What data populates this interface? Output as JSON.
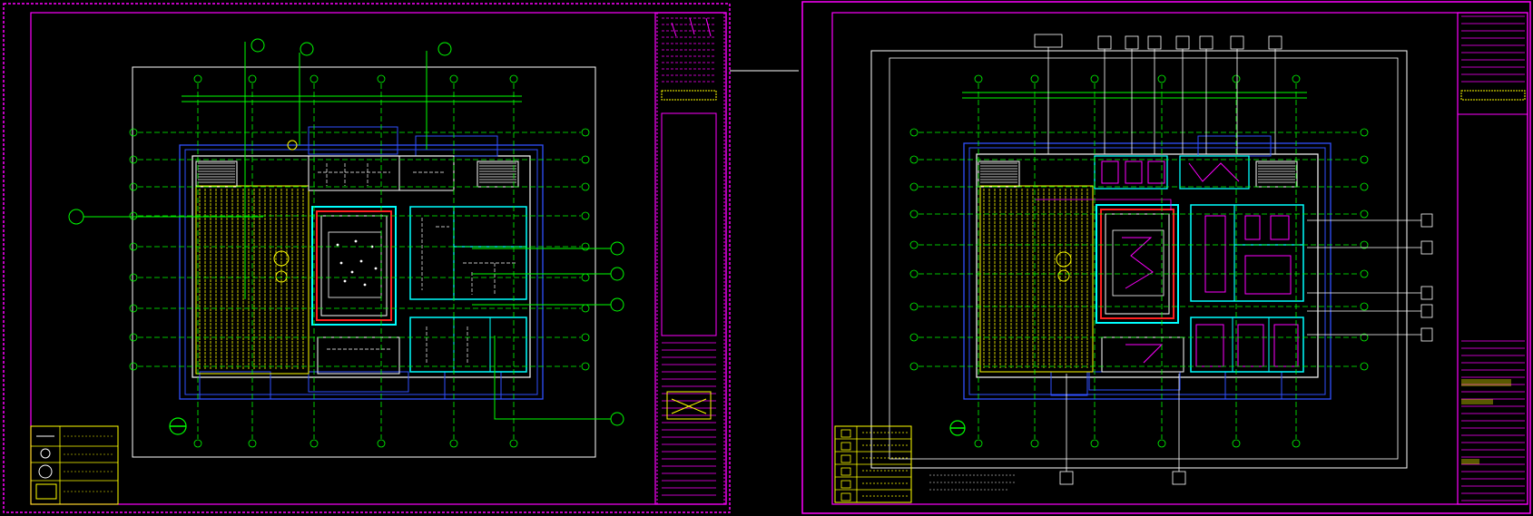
{
  "canvas": {
    "background": "#000000"
  },
  "colors": {
    "frame": "#ff00ff",
    "white": "#ffffff",
    "axis": "#00ff00",
    "wall": "#00ffff",
    "ceiling": "#ffff00",
    "blue": "#3050ff",
    "red": "#ff2020",
    "title_yellow": "#ffff00"
  },
  "sheets": [
    {
      "id": "left",
      "legend_rows": 4
    },
    {
      "id": "right",
      "legend_rows": 6
    }
  ],
  "icons": [
    "north-arrow-icon",
    "axis-bubble-icon",
    "section-marker-icon",
    "circle-symbol-icon"
  ]
}
